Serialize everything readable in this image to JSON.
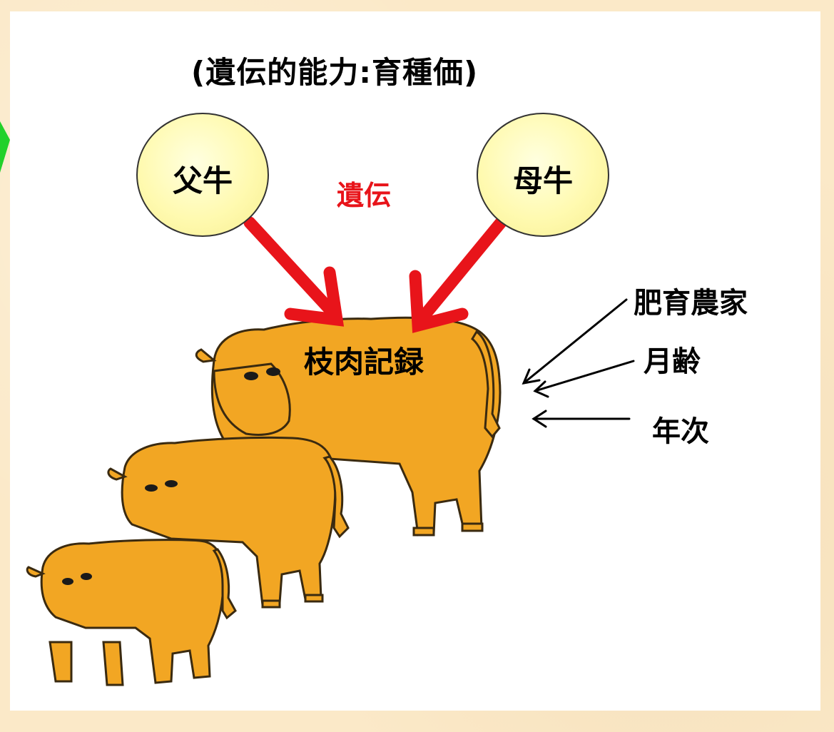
{
  "title": "(遺伝的能力:育種価)",
  "sire_label": "父牛",
  "dam_label": "母牛",
  "heredity_label": "遺伝",
  "carcass_label": "枝肉記録",
  "factors": {
    "farm": "肥育農家",
    "age": "月齢",
    "year": "年次"
  },
  "colors": {
    "background": "#fbe9c8",
    "circle_fill": "#fffab0",
    "arrow_red": "#e8141a",
    "cattle": "#f2a623",
    "heredity_text": "#e8141a"
  },
  "icons": [
    "cattle-illustration",
    "red-arrow",
    "thin-arrow"
  ]
}
